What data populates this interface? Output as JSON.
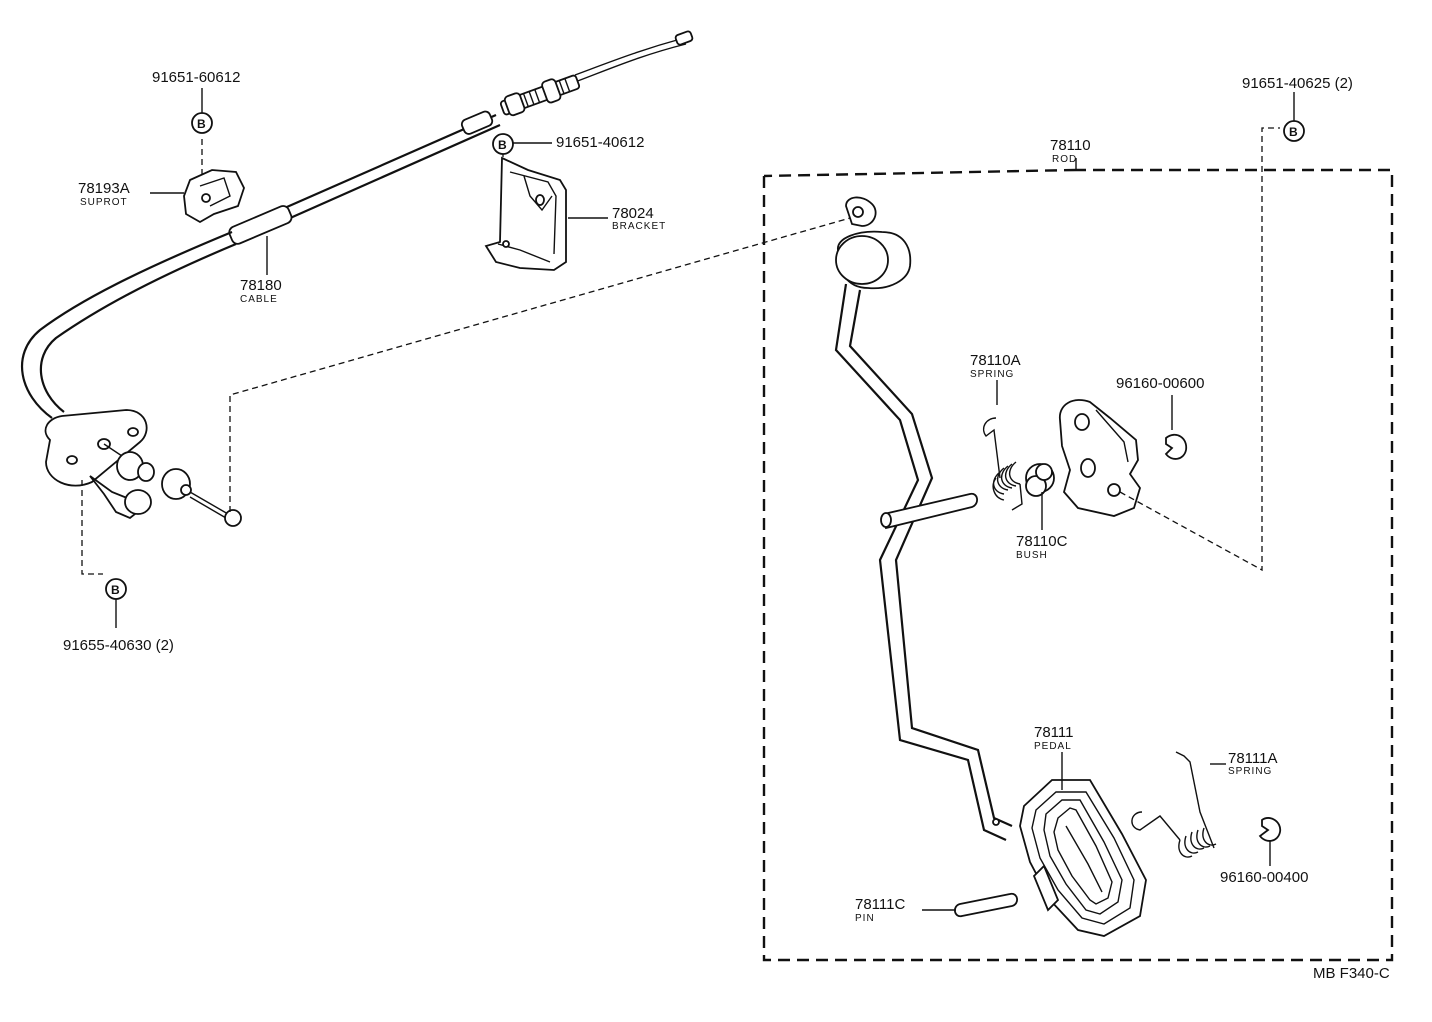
{
  "diagram": {
    "code": "MB F340-C",
    "callouts": [
      {
        "id": "c1",
        "number": "91651-60612",
        "name": ""
      },
      {
        "id": "c2",
        "number": "78193A",
        "name": "SUPROT"
      },
      {
        "id": "c3",
        "number": "78180",
        "name": "CABLE"
      },
      {
        "id": "c4",
        "number": "91651-40612",
        "name": ""
      },
      {
        "id": "c5",
        "number": "78024",
        "name": "BRACKET"
      },
      {
        "id": "c6",
        "number": "91655-40630 (2)",
        "name": ""
      },
      {
        "id": "c7",
        "number": "91651-40625 (2)",
        "name": ""
      },
      {
        "id": "c8",
        "number": "78110",
        "name": "ROD"
      },
      {
        "id": "c9",
        "number": "78110A",
        "name": "SPRING"
      },
      {
        "id": "c10",
        "number": "96160-00600",
        "name": ""
      },
      {
        "id": "c11",
        "number": "78110C",
        "name": "BUSH"
      },
      {
        "id": "c12",
        "number": "78111",
        "name": "PEDAL"
      },
      {
        "id": "c13",
        "number": "78111A",
        "name": "SPRING"
      },
      {
        "id": "c14",
        "number": "96160-00400",
        "name": ""
      },
      {
        "id": "c15",
        "number": "78111C",
        "name": "PIN"
      }
    ],
    "bolt_marker": "B"
  }
}
